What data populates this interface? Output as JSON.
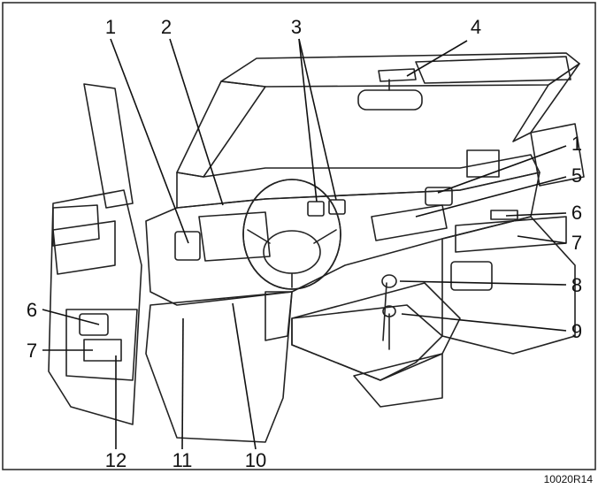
{
  "figure_code": "10020R14",
  "callouts": [
    {
      "id": "c1a",
      "label": "1"
    },
    {
      "id": "c2",
      "label": "2"
    },
    {
      "id": "c3",
      "label": "3"
    },
    {
      "id": "c4",
      "label": "4"
    },
    {
      "id": "c1b",
      "label": "1"
    },
    {
      "id": "c5",
      "label": "5"
    },
    {
      "id": "c6b",
      "label": "6"
    },
    {
      "id": "c7b",
      "label": "7"
    },
    {
      "id": "c8",
      "label": "8"
    },
    {
      "id": "c9",
      "label": "9"
    },
    {
      "id": "c6a",
      "label": "6"
    },
    {
      "id": "c7a",
      "label": "7"
    },
    {
      "id": "c12",
      "label": "12"
    },
    {
      "id": "c11",
      "label": "11"
    },
    {
      "id": "c10",
      "label": "10"
    }
  ]
}
